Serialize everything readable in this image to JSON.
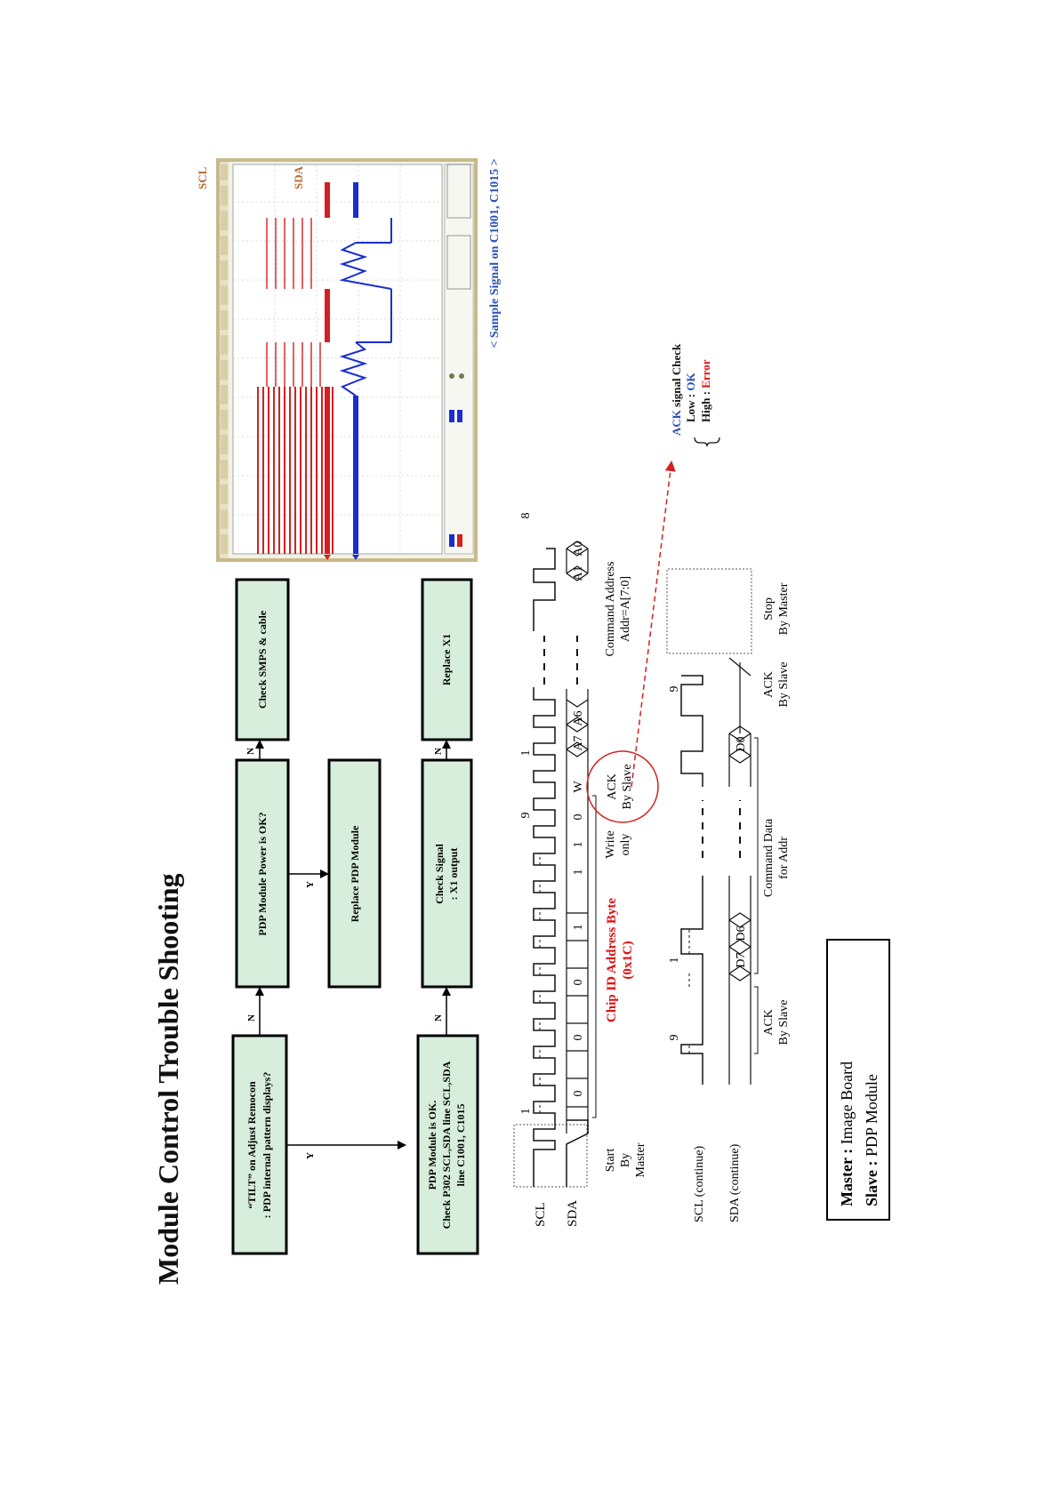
{
  "title": "Module Control Trouble Shooting",
  "flowchart": {
    "box_tilt": [
      "“TILT” on Adjust Remocon",
      ": PDP internal pattern displays?"
    ],
    "box_power": "PDP Module Power is OK?",
    "box_smps": "Check SMPS & cable",
    "box_replace_pdp": "Replace PDP Module",
    "box_module_ok": [
      "PDP Module is OK.",
      "Check P302 SCL,SDA line SCL,SDA",
      "line C1001, C1015"
    ],
    "box_check_signal": [
      "Check Signal",
      ": X1 output"
    ],
    "box_replace_x1": "Replace X1",
    "label_yes": "Y",
    "label_no": "N"
  },
  "scope": {
    "label_scl": "SCL",
    "label_sda": "SDA",
    "caption": "< Sample Signal on C1001, C1015 >"
  },
  "ack_check": {
    "title_ack": "ACK",
    "title_rest": " signal Check",
    "low_label": "Low : ",
    "low_value": "OK",
    "high_label": "High : ",
    "high_value": "Error"
  },
  "timing": {
    "scl": "SCL",
    "sda": "SDA",
    "scl_cont": "SCL (continue)",
    "sda_cont": "SDA (continue)",
    "start": [
      "Start",
      "By",
      "Master"
    ],
    "chip_id": [
      "Chip ID Address Byte",
      "(0x1C)"
    ],
    "write_only": [
      "Write",
      "only"
    ],
    "ack_slave": [
      "ACK",
      "By Slave"
    ],
    "cmd_addr": [
      "Command Address",
      "Addr=A[7:0]"
    ],
    "cmd_data": [
      "Command Data",
      "for Addr"
    ],
    "stop": [
      "Stop",
      "By Master"
    ],
    "bits": [
      "0",
      "0",
      "0",
      "1",
      "1",
      "1",
      "0",
      "W"
    ],
    "addr_bits": [
      "A7",
      "A6",
      "A1",
      "A0"
    ],
    "data_bits": [
      "D7",
      "D6",
      "D0"
    ],
    "clk_numbers": [
      "1",
      "9",
      "1",
      "8",
      "9",
      "1",
      "9"
    ],
    "dashes": "- - -",
    "dashes4": "- - - -"
  },
  "legend": {
    "master_label": "Master : ",
    "master_value": "Image Board",
    "slave_label": "Slave : ",
    "slave_value": "PDP Module"
  },
  "colors": {
    "box_fill": "#d6eedb",
    "scope_red": "#d42020",
    "scope_blue": "#1a2ed0",
    "caption_blue": "#2b4fb5",
    "scope_label": "#b56a32",
    "chip_red": "#e01010"
  }
}
